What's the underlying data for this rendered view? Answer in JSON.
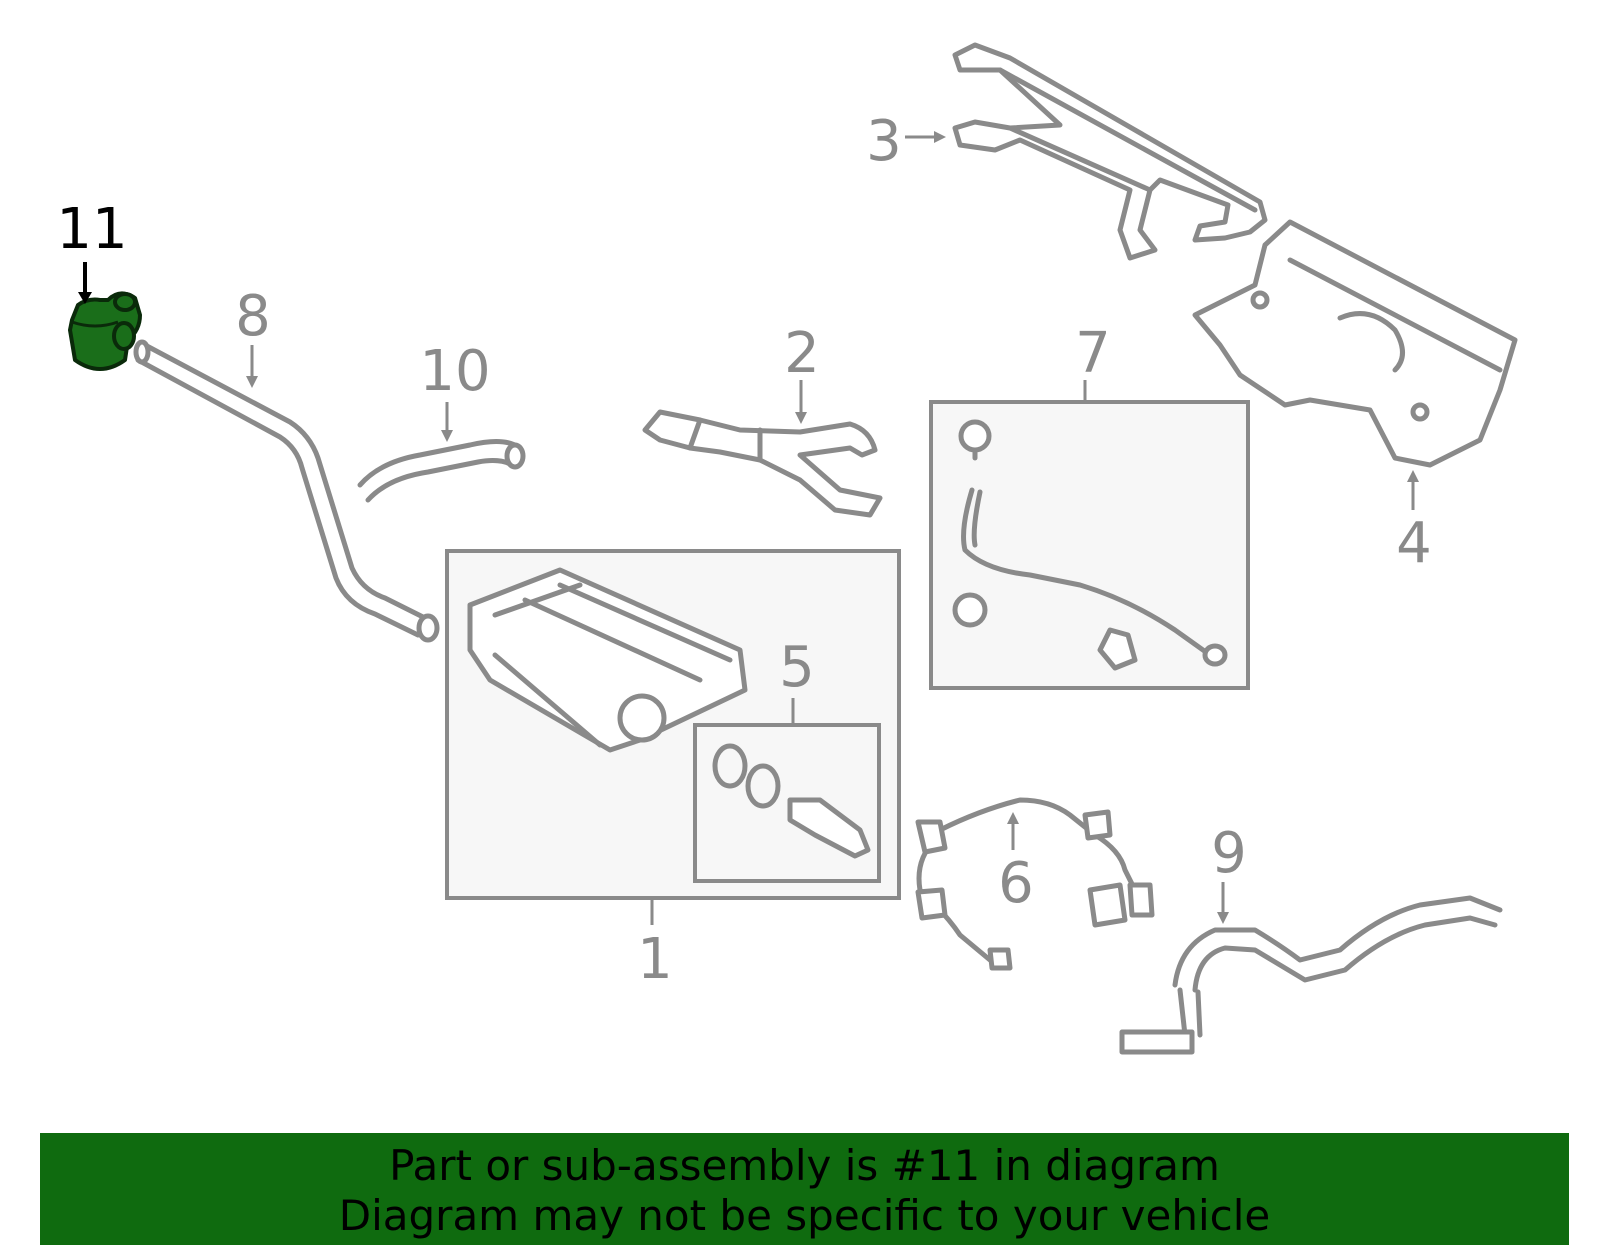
{
  "callouts": {
    "c1": "1",
    "c2": "2",
    "c3": "3",
    "c4": "4",
    "c5": "5",
    "c6": "6",
    "c7": "7",
    "c8": "8",
    "c9": "9",
    "c10": "10",
    "c11": "11"
  },
  "highlighted_part": "11",
  "colors": {
    "line_art": "#8a8a8a",
    "highlight_fill": "#1a6e1a",
    "banner_bg": "#0f6b0f",
    "box_fill": "#f7f7f7"
  },
  "banner": {
    "line1": "Part or sub-assembly is #11 in diagram",
    "line2": "Diagram may not be specific to your vehicle"
  }
}
